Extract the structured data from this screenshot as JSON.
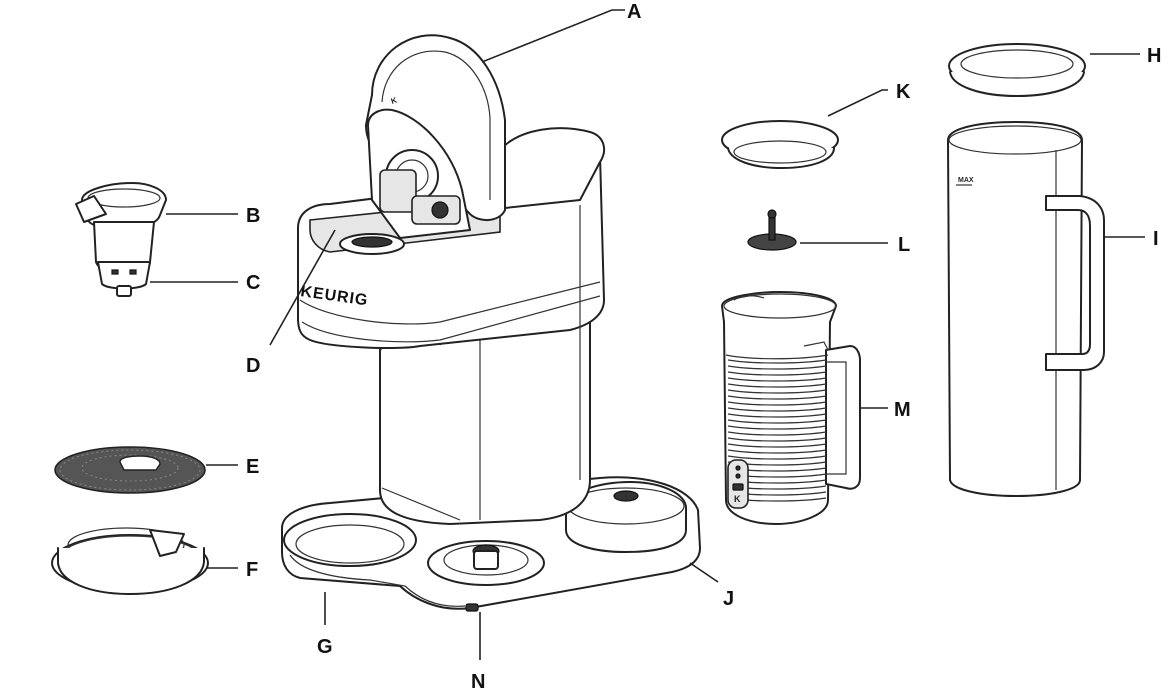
{
  "brand_text": "KEURIG",
  "callouts": [
    {
      "id": "A",
      "text": "A"
    },
    {
      "id": "B",
      "text": "B"
    },
    {
      "id": "C",
      "text": "C"
    },
    {
      "id": "D",
      "text": "D"
    },
    {
      "id": "E",
      "text": "E"
    },
    {
      "id": "F",
      "text": "F"
    },
    {
      "id": "G",
      "text": "G"
    },
    {
      "id": "H",
      "text": "H"
    },
    {
      "id": "I",
      "text": "I"
    },
    {
      "id": "J",
      "text": "J"
    },
    {
      "id": "K",
      "text": "K"
    },
    {
      "id": "L",
      "text": "L"
    },
    {
      "id": "M",
      "text": "M"
    },
    {
      "id": "N",
      "text": "N"
    }
  ]
}
